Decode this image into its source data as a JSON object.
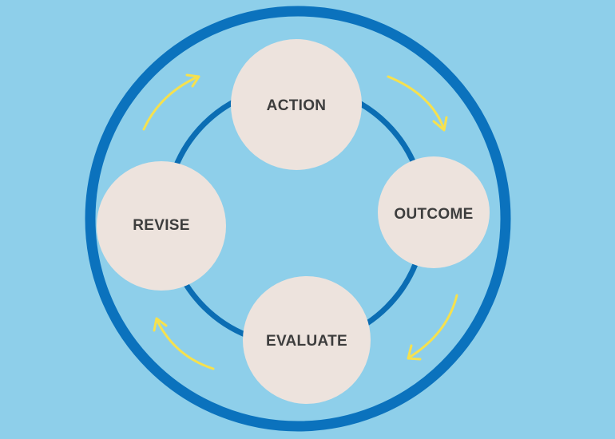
{
  "colors": {
    "background": "#8ecfea",
    "outer_ring": "#0b72bd",
    "inner_ring": "#0b6db3",
    "node_fill": "#ede3dd",
    "node_text": "#3d3d3d",
    "arrow": "#f6e14e"
  },
  "cycle": {
    "steps": [
      {
        "id": "action",
        "label": "ACTION"
      },
      {
        "id": "outcome",
        "label": "OUTCOME"
      },
      {
        "id": "evaluate",
        "label": "EVALUATE"
      },
      {
        "id": "revise",
        "label": "REVISE"
      }
    ],
    "direction": "clockwise",
    "arrow_icon": "curved-arrow-icon"
  }
}
